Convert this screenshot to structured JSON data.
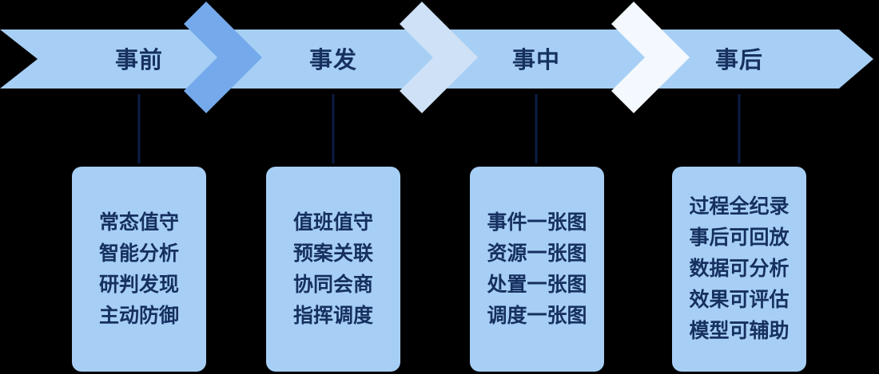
{
  "diagram": {
    "title": "emergency-process-timeline",
    "background": "#000000"
  },
  "colors": {
    "background": "#000000",
    "band": "#a7cff5",
    "card": "#a7cff5",
    "chevron_1": "#74aaec",
    "chevron_2": "#cfe1f6",
    "chevron_3": "#f3f9fe",
    "text_dark": "#16305f",
    "connector": "#0c1c45"
  },
  "stages": [
    {
      "label": "事前",
      "items": [
        "常态值守",
        "智能分析",
        "研判发现",
        "主动防御"
      ]
    },
    {
      "label": "事发",
      "items": [
        "值班值守",
        "预案关联",
        "协同会商",
        "指挥调度"
      ]
    },
    {
      "label": "事中",
      "items": [
        "事件一张图",
        "资源一张图",
        "处置一张图",
        "调度一张图"
      ]
    },
    {
      "label": "事后",
      "items": [
        "过程全纪录",
        "事后可回放",
        "数据可分析",
        "效果可评估",
        "模型可辅助"
      ]
    }
  ]
}
